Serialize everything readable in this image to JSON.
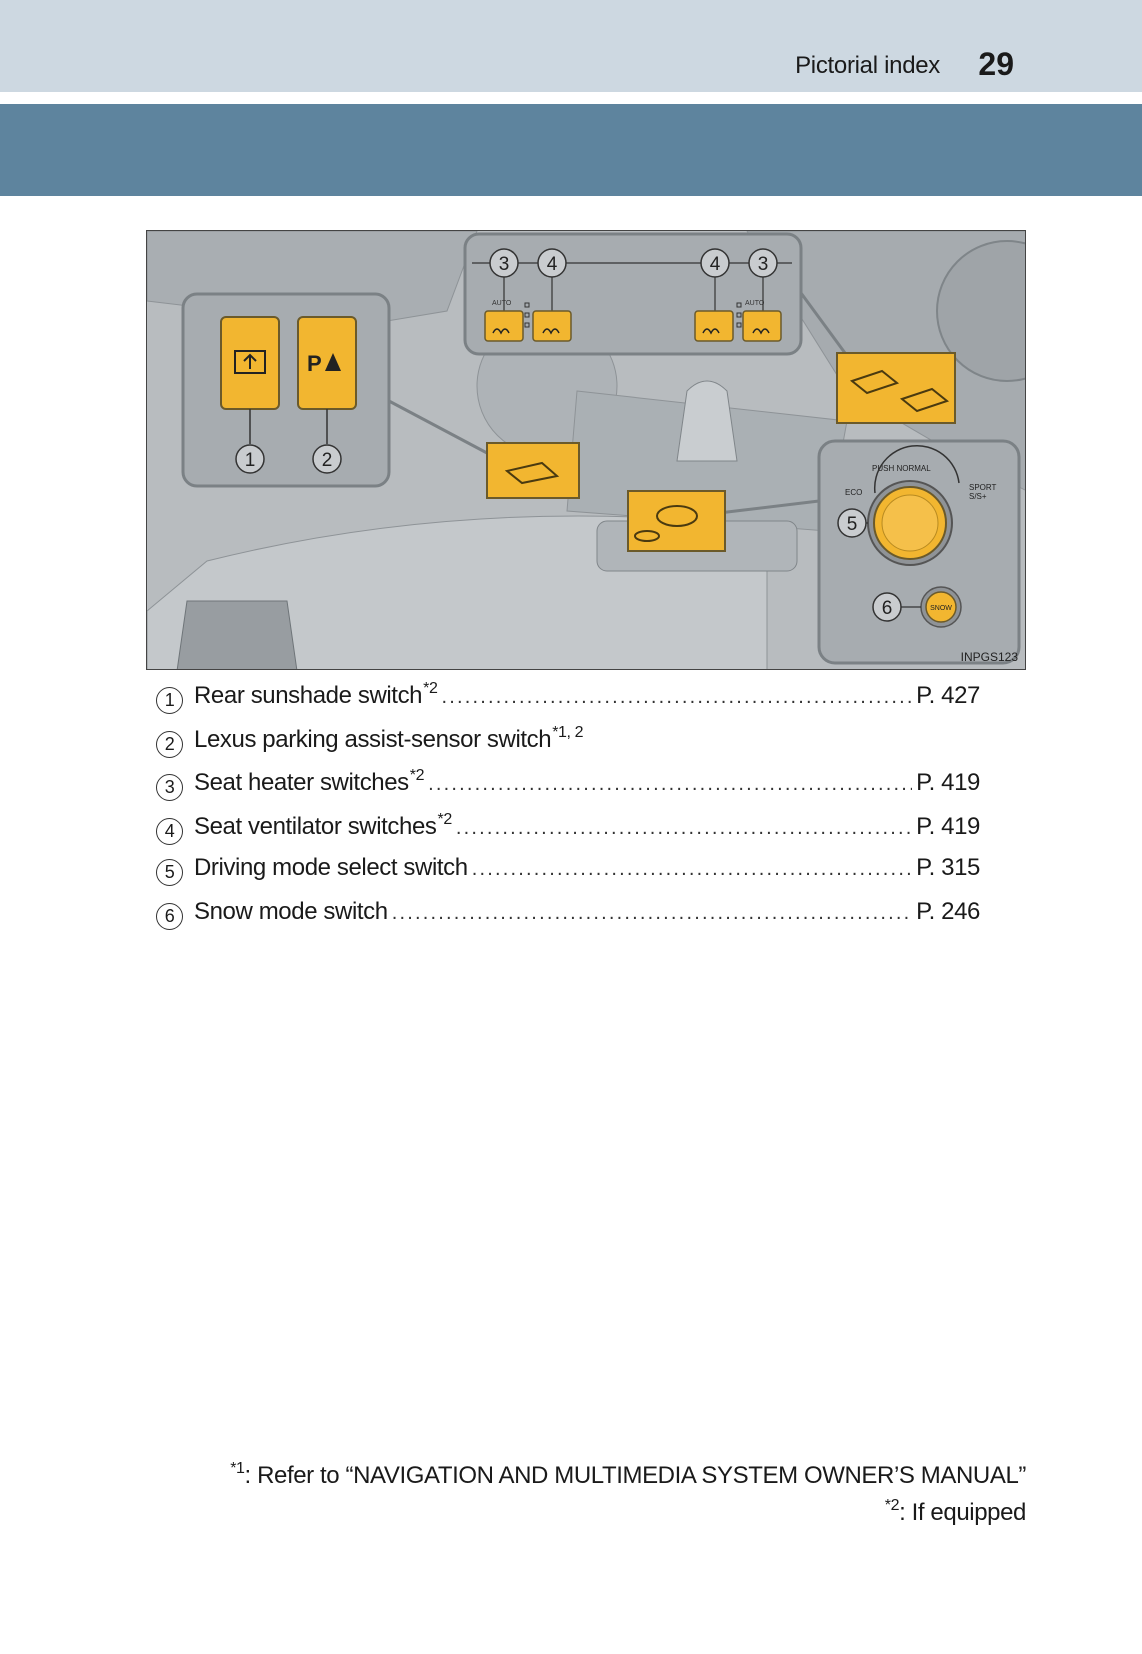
{
  "header": {
    "section_title": "Pictorial index",
    "page_number": "29"
  },
  "figure": {
    "image_label": "INPGS123",
    "callouts": [
      "1",
      "2",
      "3",
      "4",
      "4",
      "3",
      "5",
      "6"
    ],
    "button_labels": {
      "auto": "AUTO",
      "push_normal": "PUSH NORMAL",
      "eco": "ECO",
      "sport": "SPORT",
      "sport_s": "S/S+",
      "snow": "SNOW",
      "parking": "P"
    }
  },
  "items": [
    {
      "num": "1",
      "label": "Rear sunshade switch",
      "note": "*2",
      "page": "P. 427"
    },
    {
      "num": "2",
      "label": "Lexus parking assist-sensor switch",
      "note": "*1, 2",
      "page": ""
    },
    {
      "num": "3",
      "label": "Seat heater switches",
      "note": "*2",
      "page": "P. 419"
    },
    {
      "num": "4",
      "label": "Seat ventilator switches",
      "note": "*2",
      "page": "P. 419"
    },
    {
      "num": "5",
      "label": "Driving mode select switch",
      "note": "",
      "page": "P. 315"
    },
    {
      "num": "6",
      "label": "Snow mode switch",
      "note": "",
      "page": "P. 246"
    }
  ],
  "footnotes": [
    {
      "mark": "*1",
      "text": ": Refer to “NAVIGATION AND MULTIMEDIA SYSTEM OWNER’S MANUAL”"
    },
    {
      "mark": "*2",
      "text": ": If equipped"
    }
  ],
  "colors": {
    "accent_yellow": "#f2b630",
    "header_blue": "#5e849e",
    "top_band": "#cdd8e1",
    "figure_gray": "#b9bdc0"
  }
}
